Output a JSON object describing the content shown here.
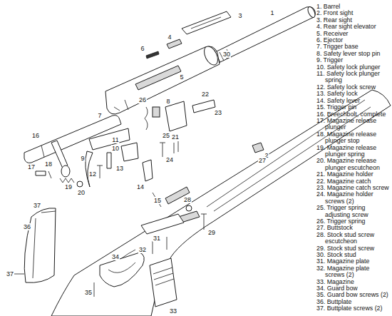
{
  "diagram": {
    "labels": [
      "1",
      "2",
      "3",
      "4",
      "5",
      "6",
      "7",
      "8",
      "9",
      "10",
      "11",
      "12",
      "13",
      "14",
      "15",
      "16",
      "17",
      "18",
      "19",
      "20",
      "21",
      "22",
      "23",
      "24",
      "25",
      "26",
      "27",
      "28",
      "29",
      "30",
      "31",
      "32",
      "33",
      "34",
      "35",
      "36",
      "37",
      "37",
      "1. Barrel",
      "2. Front sight",
      "3. Rear sight",
      "4. Rear sight elevator",
      "5. Receiver",
      "6. Ejector",
      "7. Trigger base",
      "8. Safety lever stop pin",
      "9. Trigger",
      "10. Safety lock plunger",
      "11. Safety lock plunger spring",
      "12. Safety lock screw",
      "13. Safety lock",
      "14. Safety lever",
      "15. Trigger pin",
      "16. Breechbolt, complete",
      "17. Magazine release plunger",
      "18. Magazine release plunger stop",
      "19. Magazine release plunger spring",
      "20. Magazine release plunger escutcheon",
      "21. Magazine holder",
      "22. Magazine catch",
      "23. Magazine catch screw",
      "24. Magazine holder screws (2)",
      "25. Trigger spring adjusting screw",
      "26. Trigger spring",
      "27. Buttstock",
      "28. Stock stud screw escutcheon",
      "29. Stock stud screw",
      "30. Stock stud",
      "31. Magazine plate",
      "32. Magazine plate screws (2)",
      "33. Magazine",
      "34. Guard bow",
      "35. Guard bow screws (2)",
      "36. Buttplate",
      "37. Buttplate screws (2)"
    ]
  }
}
